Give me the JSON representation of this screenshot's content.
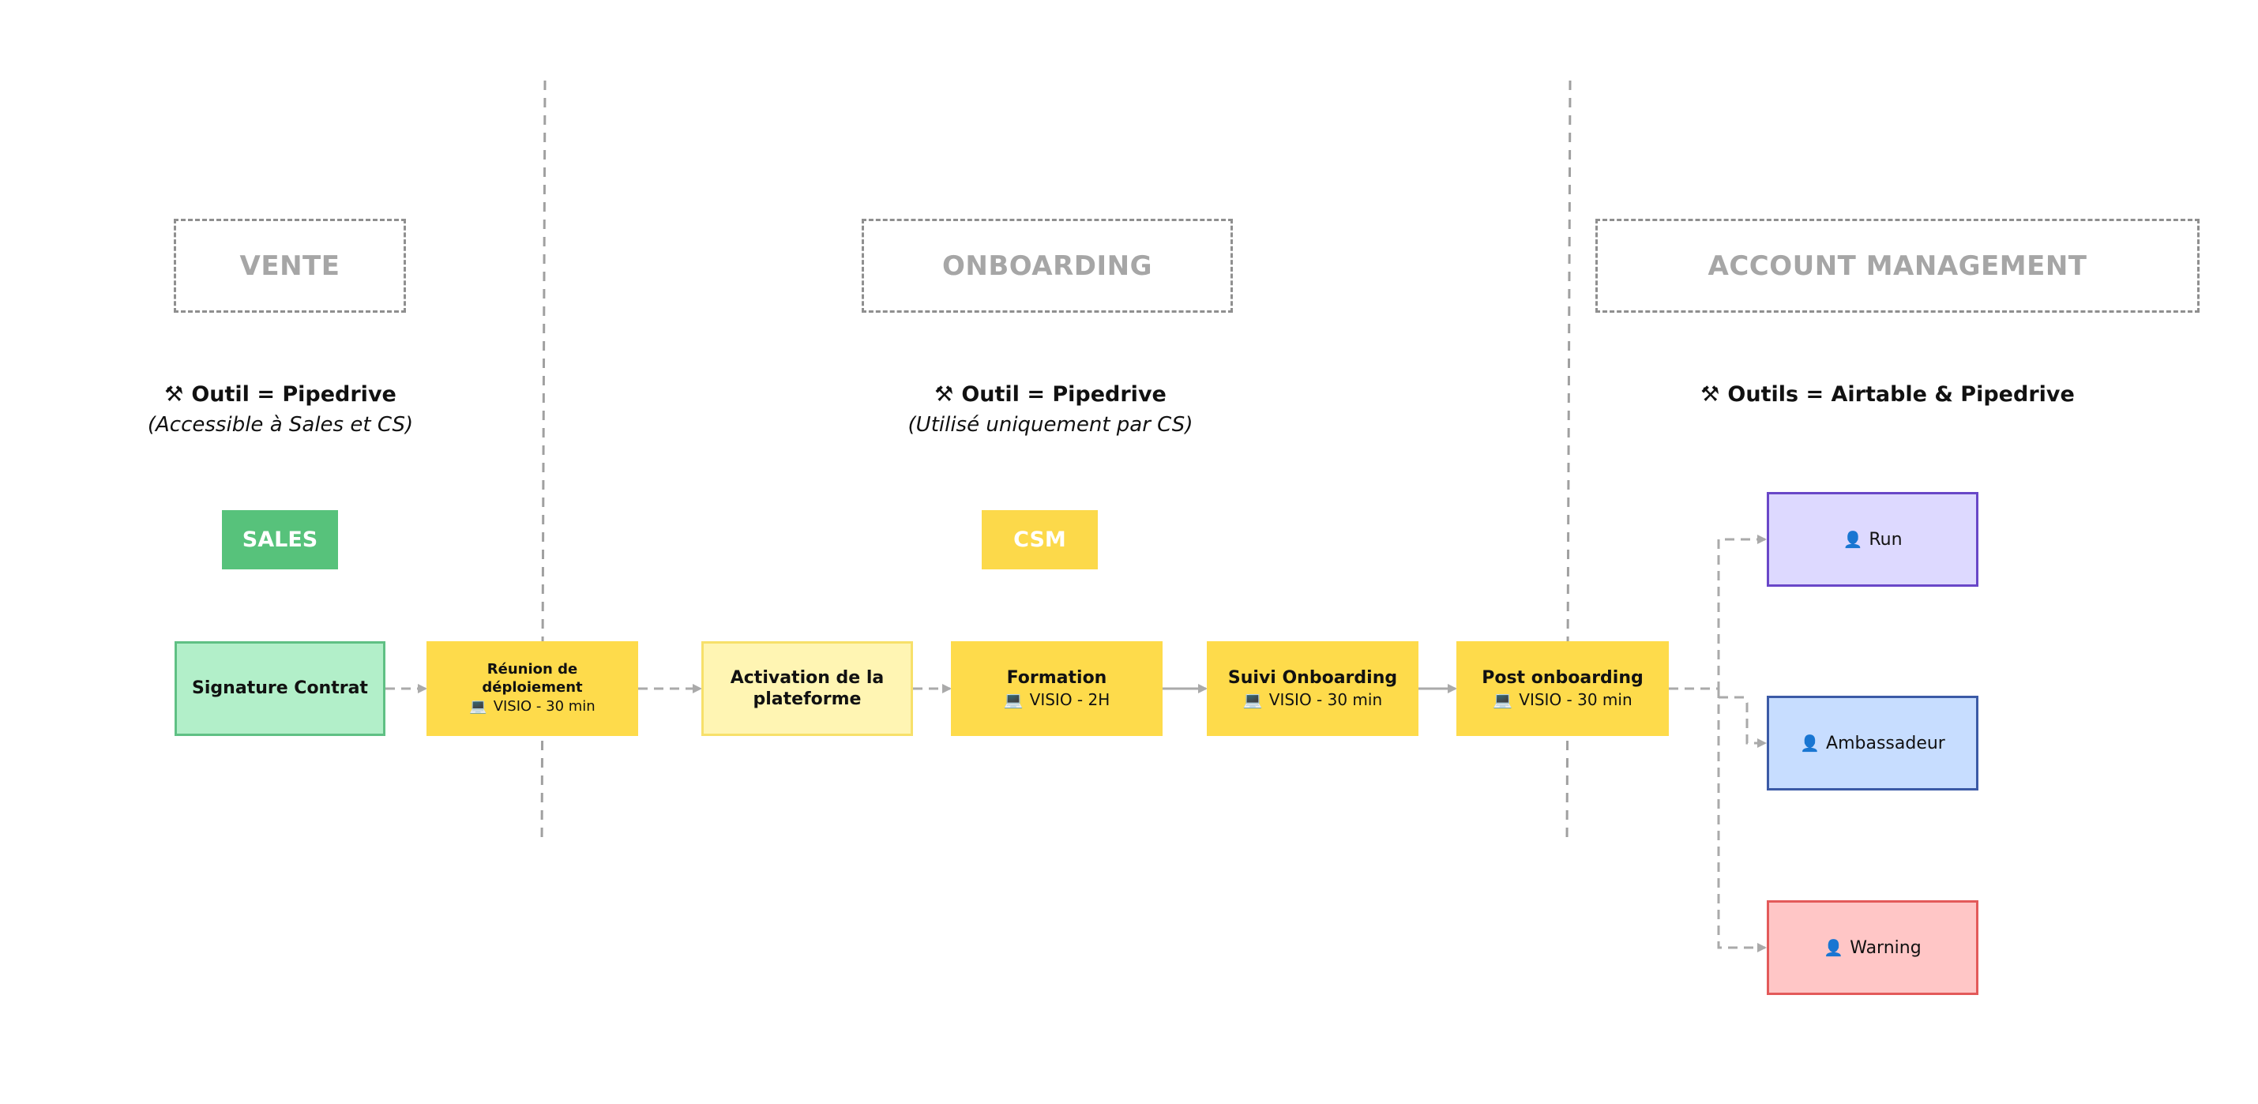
{
  "phases": {
    "vente": "VENTE",
    "onboarding": "ONBOARDING",
    "account": "ACCOUNT MANAGEMENT"
  },
  "tools": {
    "vente": {
      "icon": "hammer-pick-icon",
      "glyph": "⚒",
      "label": "Outil = Pipedrive",
      "note": "(Accessible à Sales et CS)"
    },
    "onboarding": {
      "icon": "hammer-pick-icon",
      "glyph": "⚒",
      "label": "Outil = Pipedrive",
      "note": "(Utilisé uniquement par CS)"
    },
    "account": {
      "icon": "hammer-pick-icon",
      "glyph": "⚒",
      "label": "Outils =  Airtable & Pipedrive"
    }
  },
  "roles": {
    "sales": {
      "label": "SALES",
      "color": "#57c27b"
    },
    "csm": {
      "label": "CSM",
      "color": "#fcd94a"
    }
  },
  "steps": {
    "signature": {
      "title": "Signature Contrat"
    },
    "reunion": {
      "title": "Réunion de déploiement",
      "icon": "laptop-icon",
      "glyph": "💻",
      "detail": "VISIO - 30 min"
    },
    "activation": {
      "title": "Activation de la plateforme"
    },
    "formation": {
      "title": "Formation",
      "icon": "laptop-icon",
      "glyph": "💻",
      "detail": "VISIO - 2H"
    },
    "suivi": {
      "title": "Suivi Onboarding",
      "icon": "laptop-icon",
      "glyph": "💻",
      "detail": "VISIO - 30 min"
    },
    "post": {
      "title": "Post onboarding",
      "icon": "laptop-icon",
      "glyph": "💻",
      "detail": "VISIO - 30 min"
    }
  },
  "outcomes": {
    "run": {
      "label": "Run",
      "icon": "person-icon",
      "glyph": "👤"
    },
    "ambassadeur": {
      "label": "Ambassadeur",
      "icon": "person-icon",
      "glyph": "👤"
    },
    "warning": {
      "label": "Warning",
      "icon": "person-icon",
      "glyph": "👤"
    }
  },
  "colors": {
    "step_primary": "#fedb4b",
    "step_light": "#fff5b3",
    "step_green": "#b2efc9",
    "run": "#ddd9ff",
    "ambassadeur": "#c7ddff",
    "warning": "#ffc6c6",
    "connector": "#aaaaaa"
  }
}
